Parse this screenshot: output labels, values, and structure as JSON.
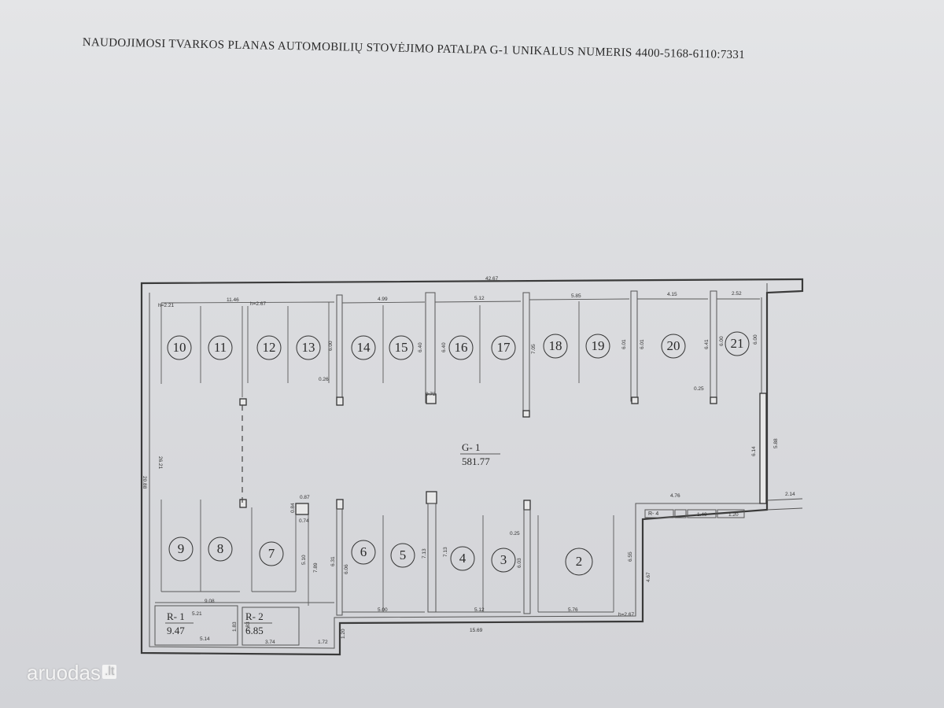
{
  "title": "NAUDOJIMOSI TVARKOS PLANAS AUTOMOBILIŲ STOVĖJIMO PATALPA G-1 UNIKALUS NUMERIS 4400-5168-6110:7331",
  "main_area": {
    "code": "G- 1",
    "area": "581.77"
  },
  "rooms": [
    {
      "code": "R- 1",
      "area": "9.47"
    },
    {
      "code": "R- 2",
      "area": "6.85"
    },
    {
      "code": "R- 4"
    }
  ],
  "spots_top": [
    "10",
    "11",
    "12",
    "13",
    "14",
    "15",
    "16",
    "17",
    "18",
    "19",
    "20",
    "21"
  ],
  "spots_bottom": [
    "9",
    "8",
    "7",
    "6",
    "5",
    "4",
    "3",
    "2"
  ],
  "dimensions": {
    "overall_top": "42.67",
    "top": [
      "11.46",
      "4.99",
      "5.12",
      "5.85",
      "4.15",
      "2.52"
    ],
    "bottom": [
      "9.08",
      "5.00",
      "5.12",
      "5.76",
      "15.69"
    ],
    "left_outer": "20.88",
    "left_inner": "26.21",
    "misc": [
      "6.00",
      "6.40",
      "6.40",
      "7.05",
      "6.01",
      "6.01",
      "6.41",
      "6.00",
      "6.00",
      "0.26",
      "0.72",
      "0.25",
      "6.14",
      "5.88",
      "2.14",
      "4.76",
      "1.40",
      "1.20",
      "6.55",
      "4.67",
      "6.03",
      "7.13",
      "7.13",
      "6.31",
      "6.06",
      "7.89",
      "5.10",
      "0.87",
      "0.84",
      "0.74",
      "5.21",
      "5.14",
      "1.83",
      "1.83",
      "3.74",
      "1.72",
      "1.20",
      "0.25",
      "h=2.21",
      "h=2.67",
      "h=2.67"
    ]
  },
  "watermark": {
    "text": "aruodas",
    "suffix": ".lt"
  }
}
